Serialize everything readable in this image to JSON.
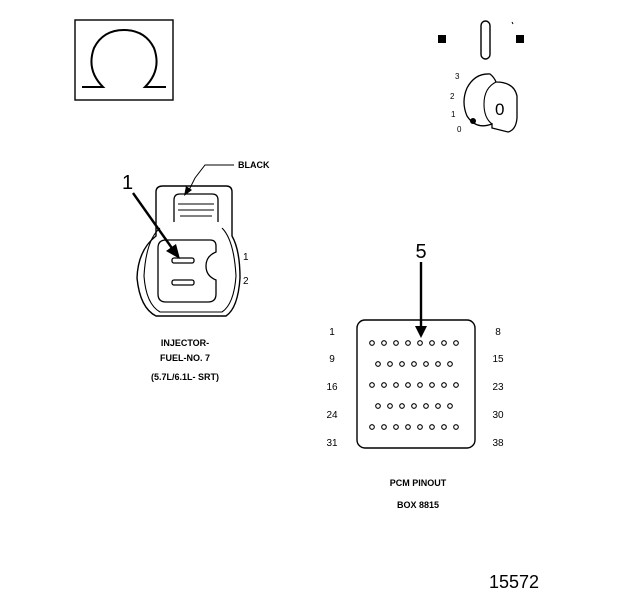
{
  "ignition_positions": [
    "3",
    "2",
    "1",
    "0"
  ],
  "ignition_key_label": "0",
  "injector_connector": {
    "wire_color": "BLACK",
    "callout": "1",
    "pins": [
      "1",
      "2"
    ],
    "caption": [
      "INJECTOR-",
      "FUEL-NO. 7",
      "(5.7L/6.1L- SRT)"
    ]
  },
  "pcm_connector": {
    "callout": "5",
    "left_pin_labels": [
      "1",
      "9",
      "16",
      "24",
      "31"
    ],
    "right_pin_labels": [
      "8",
      "15",
      "23",
      "30",
      "38"
    ],
    "row_pin_counts": [
      8,
      7,
      8,
      7,
      8
    ],
    "caption": [
      "PCM PINOUT",
      "BOX 8815"
    ]
  },
  "figure_number": "15572"
}
